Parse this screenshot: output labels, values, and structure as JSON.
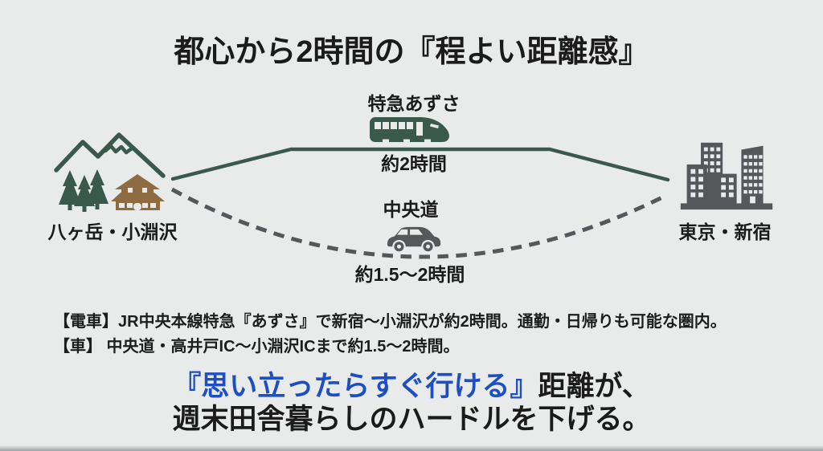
{
  "title": "都心から2時間の『程よい距離感』",
  "locations": {
    "origin": "八ヶ岳・小淵沢",
    "destination": "東京・新宿"
  },
  "routes": {
    "train": {
      "name": "特急あずさ",
      "duration": "約2時間"
    },
    "car": {
      "name": "中央道",
      "duration": "約1.5〜2時間"
    }
  },
  "notes": {
    "train": "【電車】JR中央本線特急『あずさ』で新宿〜小淵沢が約2時間。通勤・日帰りも可能な圏内。",
    "car": "【車】 中央道・高井戸IC〜小淵沢ICまで約1.5〜2時間。"
  },
  "statement": {
    "highlight": "『思い立ったらすぐ行ける』",
    "line1_rest": "距離が、",
    "line2": "週末田舎暮らしのハードルを下げる。"
  },
  "icons": {
    "origin": "mountain-forest-house-icon",
    "train": "express-train-icon",
    "car": "car-icon",
    "destination": "city-buildings-icon"
  },
  "colors": {
    "bg": "#e9ebeb",
    "ink": "#1b1b1b",
    "green": "#3a594d",
    "gray": "#54585a",
    "brown": "#8e6b40",
    "blue": "#1d4ec2"
  }
}
